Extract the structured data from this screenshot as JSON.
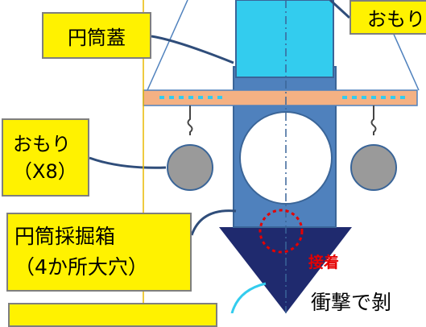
{
  "labels": {
    "lid": "円筒蓋",
    "weight_top": "おもり",
    "weight_line1": "おもり",
    "weight_line2": "（X8）",
    "box_line1": "円筒採掘箱",
    "box_line2": "（4か所大穴）"
  },
  "annotations": {
    "glue": "接着",
    "shock": "衝撃で剝"
  },
  "colors": {
    "label_fill": "#fff200",
    "cylinder_body": "#4f81bd",
    "lid_fill": "#33ccee",
    "cone_fill": "#1f2a6e",
    "crossbar_fill": "#f4b183",
    "glue_red": "#e50000",
    "vertical_guide": "#e8b800"
  }
}
